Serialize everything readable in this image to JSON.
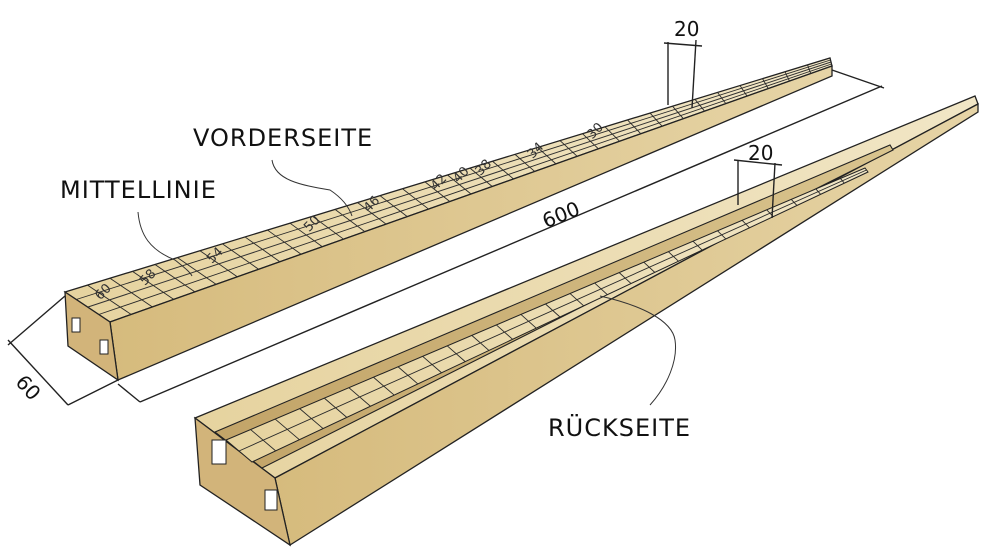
{
  "labels": {
    "front": "VORDERSEITE",
    "centerline": "MITTELLINIE",
    "back": "RÜCKSEITE"
  },
  "dimensions": {
    "length": "600",
    "tip_top": "20",
    "tip_bottom": "20",
    "width": "60"
  },
  "scale_marks": [
    "60",
    "58",
    "54",
    "50",
    "46",
    "42",
    "40",
    "38",
    "34",
    "30"
  ],
  "colors": {
    "wood_top": "#e8d7a8",
    "wood_side": "#d7bf85",
    "wood_dark": "#c9ad72",
    "ink": "#222222",
    "background": "#ffffff"
  }
}
